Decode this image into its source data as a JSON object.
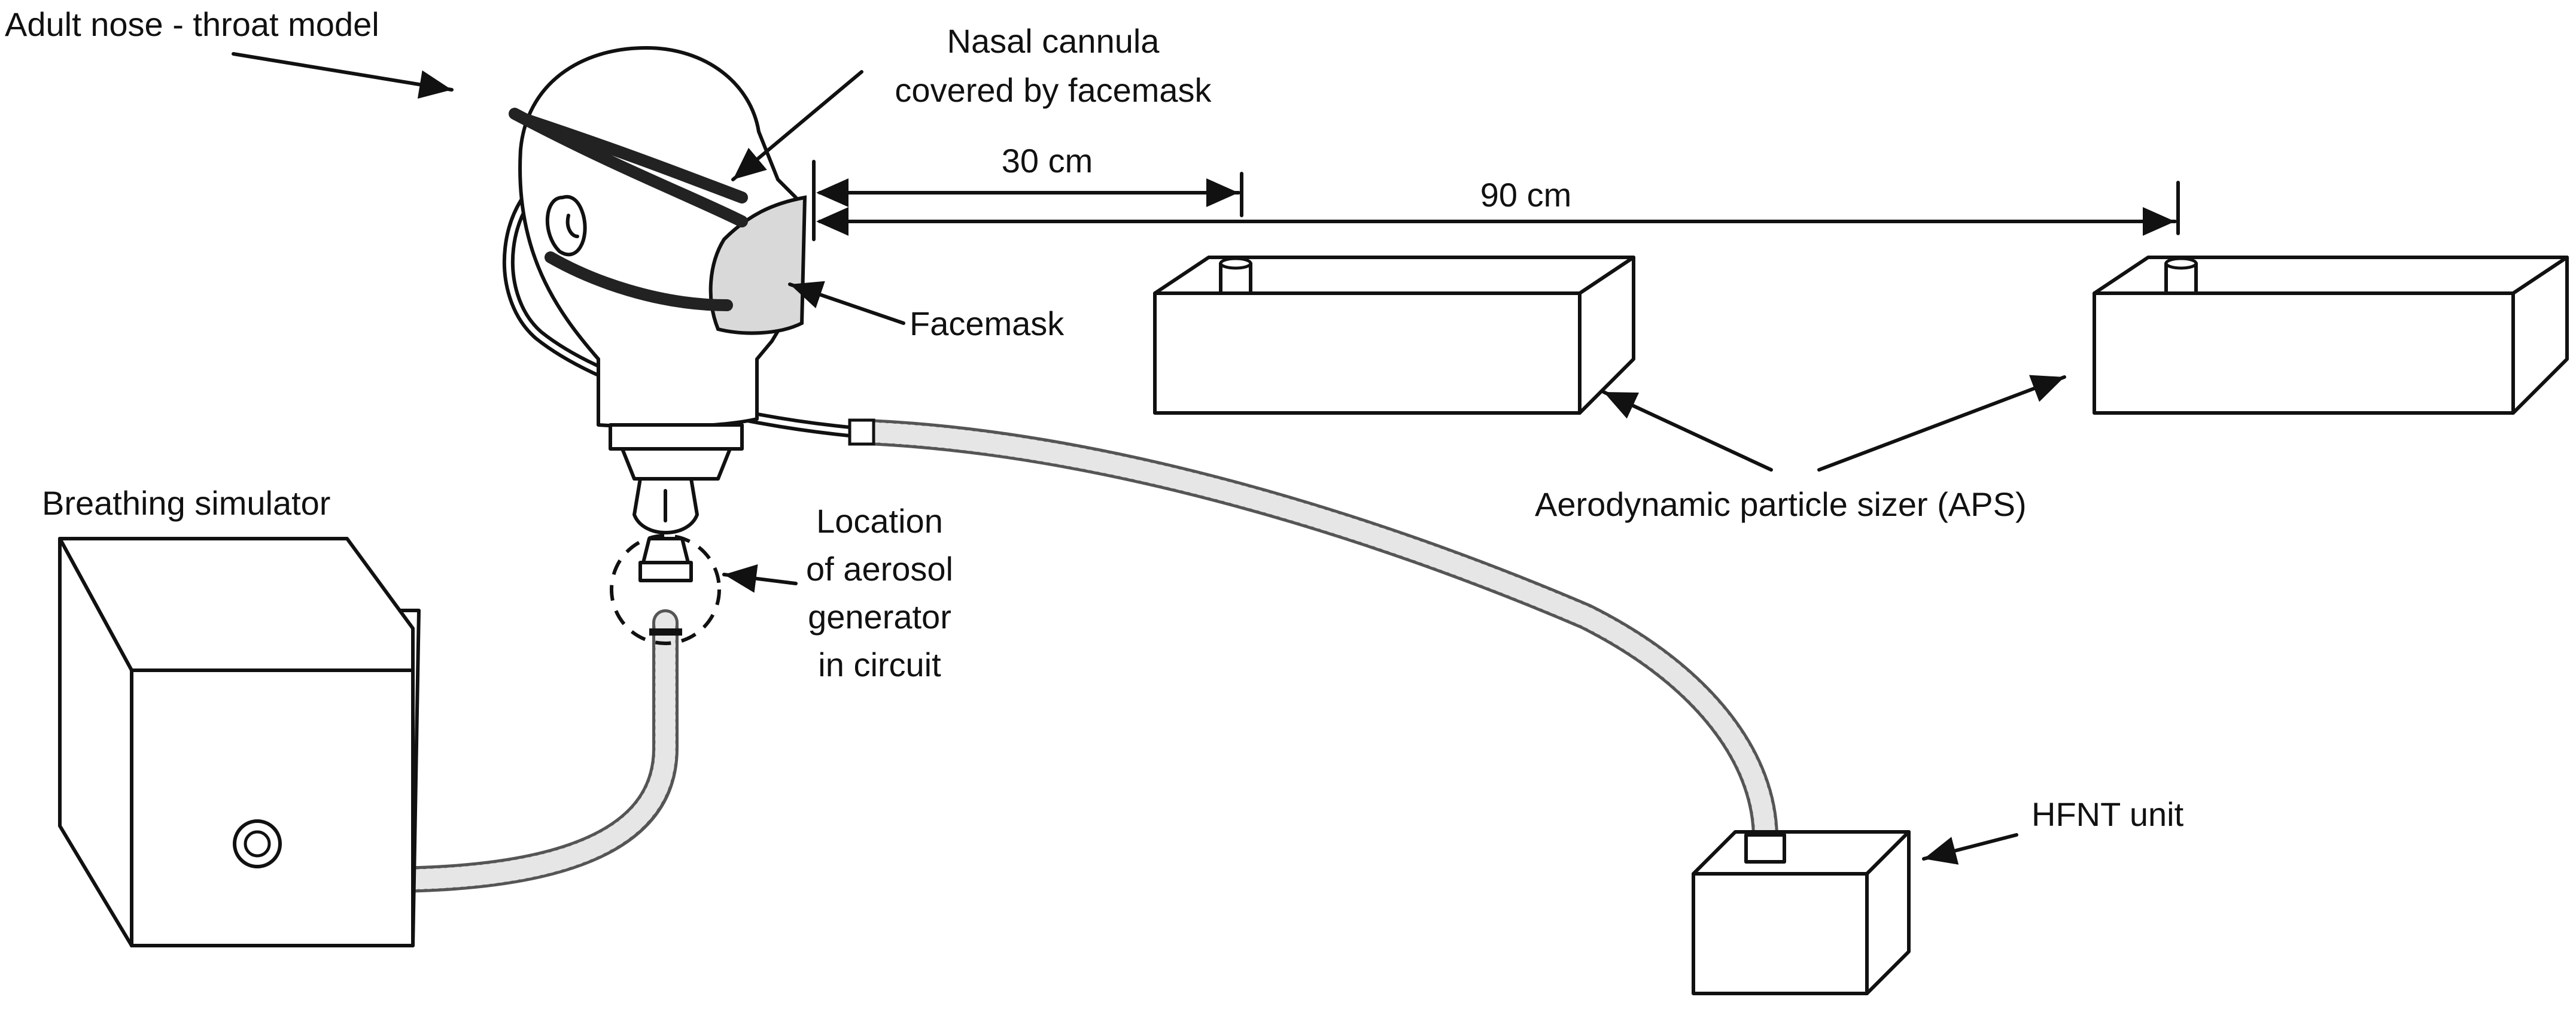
{
  "labels": {
    "head_model": "Adult nose - throat model",
    "cannula": [
      "Nasal cannula",
      "covered by facemask"
    ],
    "distance_30": "30 cm",
    "distance_90": "90 cm",
    "facemask": "Facemask",
    "aps": "Aerodynamic particle sizer (APS)",
    "breathing_simulator": "Breathing simulator",
    "aerosol_location": [
      "Location",
      "of aerosol",
      "generator",
      "in circuit"
    ],
    "hfnt": "HFNT unit"
  },
  "colors": {
    "stroke": "#111111",
    "facemask_fill": "#d9d9d9",
    "hose": "#555555",
    "hose_core": "#e6e6e6",
    "background": "#ffffff"
  }
}
